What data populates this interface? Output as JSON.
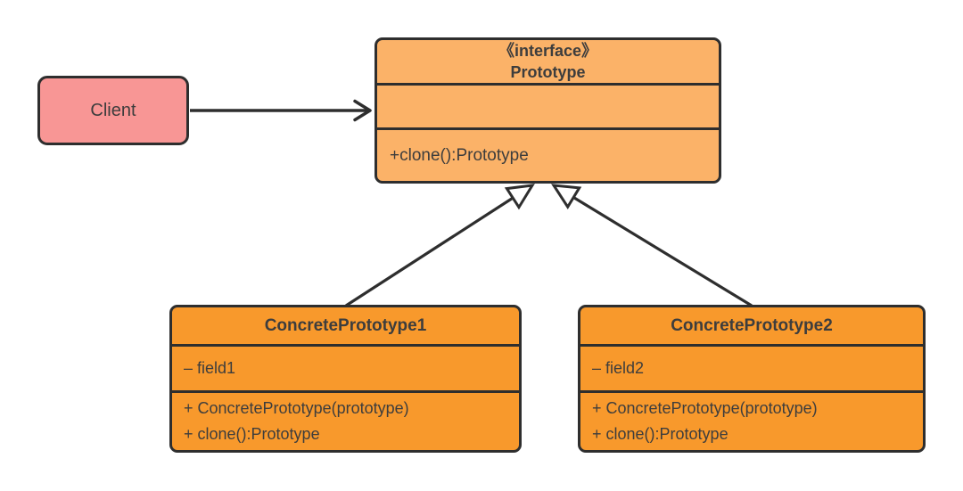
{
  "client": {
    "label": "Client"
  },
  "prototype": {
    "stereotype": "《interface》",
    "name": "Prototype",
    "methods": [
      "+clone():Prototype"
    ]
  },
  "concrete1": {
    "name": "ConcretePrototype1",
    "fields": [
      "– field1"
    ],
    "methods": [
      "+ ConcretePrototype(prototype)",
      "+ clone():Prototype"
    ]
  },
  "concrete2": {
    "name": "ConcretePrototype2",
    "fields": [
      "– field2"
    ],
    "methods": [
      "+ ConcretePrototype(prototype)",
      "+ clone():Prototype"
    ]
  },
  "colors": {
    "stroke": "#2e2e2e",
    "text": "#3d3d3d",
    "interface_fill": "#fbb268",
    "concrete_fill": "#f8992c",
    "client_fill": "#f89695",
    "canvas_bg": "#ffffff"
  }
}
